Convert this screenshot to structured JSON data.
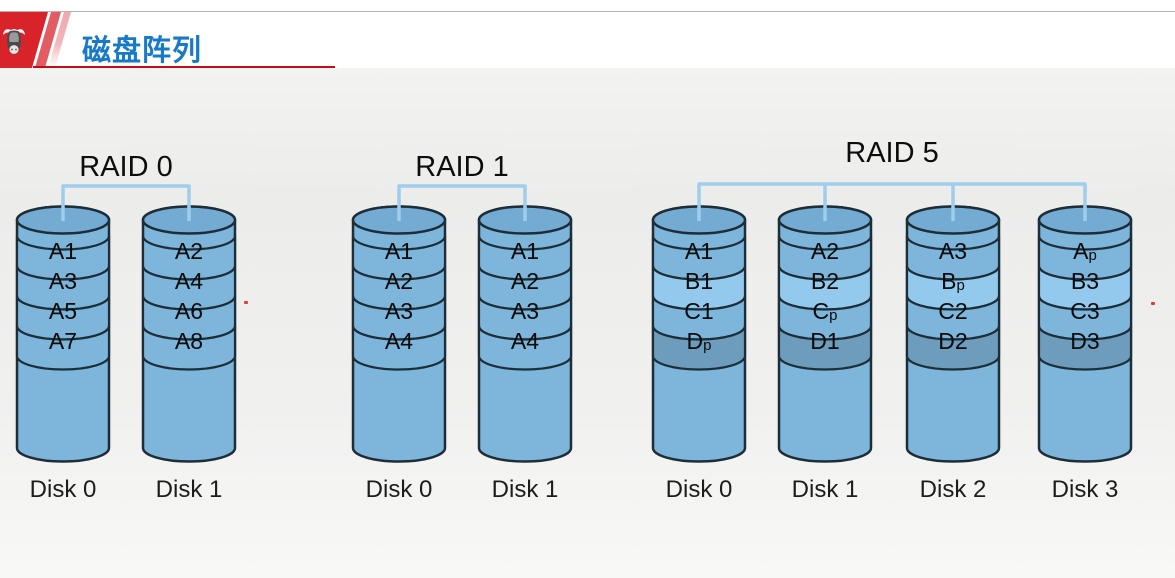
{
  "header": {
    "title": "磁盘阵列",
    "logo_icon": "bull-logo",
    "accent_red": "#d8232a",
    "title_blue": "#1779c9",
    "underline_red": "#c40d17"
  },
  "diagram": {
    "groups": [
      {
        "id": "raid0",
        "title": "RAID 0",
        "disks": [
          {
            "label": "Disk 0",
            "segments": [
              {
                "text": "A1",
                "shade": "normal",
                "sub": false
              },
              {
                "text": "A3",
                "shade": "normal",
                "sub": false
              },
              {
                "text": "A5",
                "shade": "normal",
                "sub": false
              },
              {
                "text": "A7",
                "shade": "normal",
                "sub": false
              }
            ]
          },
          {
            "label": "Disk 1",
            "segments": [
              {
                "text": "A2",
                "shade": "normal",
                "sub": false
              },
              {
                "text": "A4",
                "shade": "normal",
                "sub": false
              },
              {
                "text": "A6",
                "shade": "normal",
                "sub": false
              },
              {
                "text": "A8",
                "shade": "normal",
                "sub": false
              }
            ]
          }
        ]
      },
      {
        "id": "raid1",
        "title": "RAID 1",
        "disks": [
          {
            "label": "Disk 0",
            "segments": [
              {
                "text": "A1",
                "shade": "normal",
                "sub": false
              },
              {
                "text": "A2",
                "shade": "normal",
                "sub": false
              },
              {
                "text": "A3",
                "shade": "normal",
                "sub": false
              },
              {
                "text": "A4",
                "shade": "normal",
                "sub": false
              }
            ]
          },
          {
            "label": "Disk 1",
            "segments": [
              {
                "text": "A1",
                "shade": "normal",
                "sub": false
              },
              {
                "text": "A2",
                "shade": "normal",
                "sub": false
              },
              {
                "text": "A3",
                "shade": "normal",
                "sub": false
              },
              {
                "text": "A4",
                "shade": "normal",
                "sub": false
              }
            ]
          }
        ]
      },
      {
        "id": "raid5",
        "title": "RAID 5",
        "disks": [
          {
            "label": "Disk 0",
            "segments": [
              {
                "text": "A1",
                "shade": "normal",
                "sub": false
              },
              {
                "text": "B1",
                "shade": "light",
                "sub": false
              },
              {
                "text": "C1",
                "shade": "normal",
                "sub": false
              },
              {
                "text": "Dp",
                "shade": "dark",
                "sub": true
              }
            ]
          },
          {
            "label": "Disk 1",
            "segments": [
              {
                "text": "A2",
                "shade": "normal",
                "sub": false
              },
              {
                "text": "B2",
                "shade": "light",
                "sub": false
              },
              {
                "text": "Cp",
                "shade": "normal",
                "sub": true
              },
              {
                "text": "D1",
                "shade": "dark",
                "sub": false
              }
            ]
          },
          {
            "label": "Disk 2",
            "segments": [
              {
                "text": "A3",
                "shade": "normal",
                "sub": false
              },
              {
                "text": "Bp",
                "shade": "light",
                "sub": true
              },
              {
                "text": "C2",
                "shade": "normal",
                "sub": false
              },
              {
                "text": "D2",
                "shade": "dark",
                "sub": false
              }
            ]
          },
          {
            "label": "Disk 3",
            "segments": [
              {
                "text": "Ap",
                "shade": "normal",
                "sub": true
              },
              {
                "text": "B3",
                "shade": "light",
                "sub": false
              },
              {
                "text": "C3",
                "shade": "normal",
                "sub": false
              },
              {
                "text": "D3",
                "shade": "dark",
                "sub": false
              }
            ]
          }
        ]
      }
    ],
    "colors": {
      "disk_fill": "#7db5db",
      "disk_top": "#74abd3",
      "band_light": "#93c9ec",
      "band_dark": "#6e9cbc",
      "outline": "#1d2e38",
      "connector": "#9fcdec",
      "segment_text": "#0b0b0b"
    }
  }
}
